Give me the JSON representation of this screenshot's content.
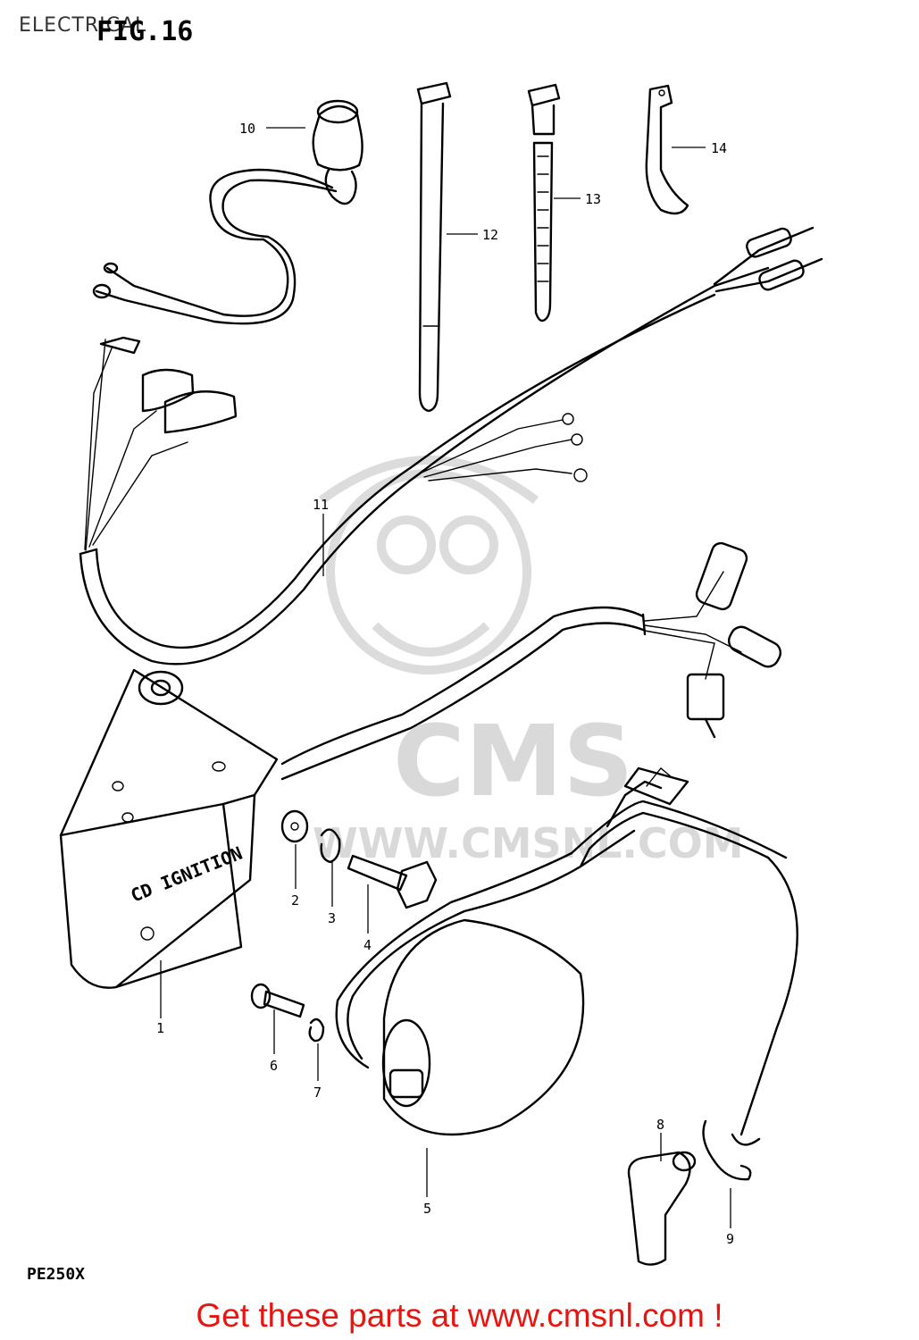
{
  "header": {
    "section": "ELECTRICAL",
    "figure": "FIG.16"
  },
  "model": "PE250X",
  "footer": {
    "text": "Get these parts at www.cmsnl.com !",
    "color": "#e8140f"
  },
  "watermark": {
    "brand": "CMS",
    "url": "WWW.CMSNL.COM"
  },
  "cdi_label": {
    "line1": "CD IGNITION"
  },
  "callouts": {
    "p1": "1",
    "p2": "2",
    "p3": "3",
    "p4": "4",
    "p5": "5",
    "p6": "6",
    "p7": "7",
    "p8": "8",
    "p9": "9",
    "p10": "10",
    "p11": "11",
    "p12": "12",
    "p13": "13",
    "p14": "14"
  }
}
